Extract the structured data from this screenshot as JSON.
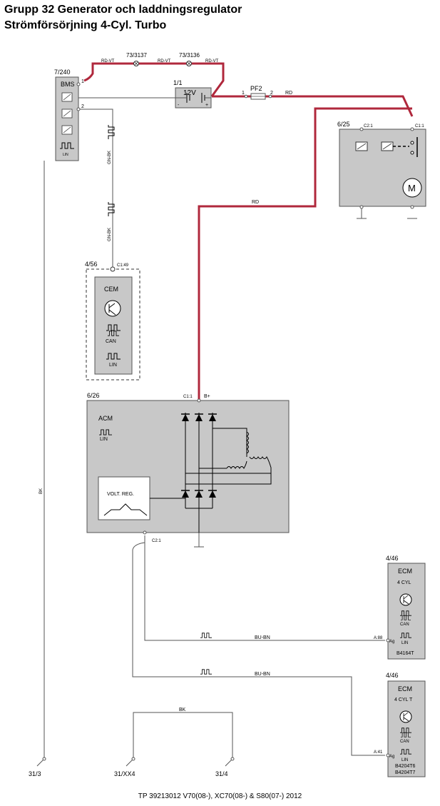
{
  "title_line1": "Grupp 32 Generator och laddningsregulator",
  "title_line2": "Strömförsörjning 4-Cyl. Turbo",
  "footer": "TP 39213012 V70(08-), XC70(08-) & S80(07-) 2012",
  "colors": {
    "power_wire": "#b0283c",
    "box_fill": "#c8c8c8",
    "line": "#555555"
  },
  "components": {
    "bms": {
      "ref": "7/240",
      "label": "BMS",
      "pin1": "1",
      "pin2": "2",
      "lin": "LIN"
    },
    "battery": {
      "ref": "1/1",
      "label": "12V",
      "minus": "-",
      "plus": "+"
    },
    "fuse": {
      "label": "PF2",
      "pin1": "1",
      "pin2": "2"
    },
    "splice1": {
      "label": "73/3137"
    },
    "splice2": {
      "label": "73/3136"
    },
    "starter": {
      "ref": "6/25",
      "conn1": "C2:1",
      "conn2": "C1:1",
      "motor": "M"
    },
    "cem": {
      "ref": "4/56",
      "label": "CEM",
      "conn": "C1:49",
      "can": "CAN",
      "lin": "LIN"
    },
    "acm": {
      "ref": "6/26",
      "label": "ACM",
      "conn1": "C1:1",
      "bplus": "B+",
      "lin": "LIN",
      "regulator": "VOLT. REG.",
      "conn2": "C2:1"
    },
    "ecm1": {
      "ref": "4/46",
      "label": "ECM",
      "sub": "4 CYL",
      "can": "CAN",
      "lin": "LIN",
      "model": "B4164T",
      "pin": "A:88",
      "ag": "Ag"
    },
    "ecm2": {
      "ref": "4/46",
      "label": "ECM",
      "sub": "4 CYL T",
      "can": "CAN",
      "lin": "LIN",
      "model1": "B4204T6",
      "model2": "B4204T7",
      "pin": "A:41",
      "ag": "Ag"
    }
  },
  "wires": {
    "rd_vt_1": "RD-VT",
    "rd_vt_2": "RD-VT",
    "rd_vt_3": "RD-VT",
    "rd_fuse": "RD",
    "rd_main": "RD",
    "gn_bk_1": "GN-BK",
    "gn_bk_2": "GN-BK",
    "bk_left": "BK",
    "bk_ground": "BK",
    "bu_bn_1": "BU-BN",
    "bu_bn_2": "BU-BN"
  },
  "grounds": {
    "g1": "31/3",
    "g2": "31/XX4",
    "g3": "31/4"
  }
}
